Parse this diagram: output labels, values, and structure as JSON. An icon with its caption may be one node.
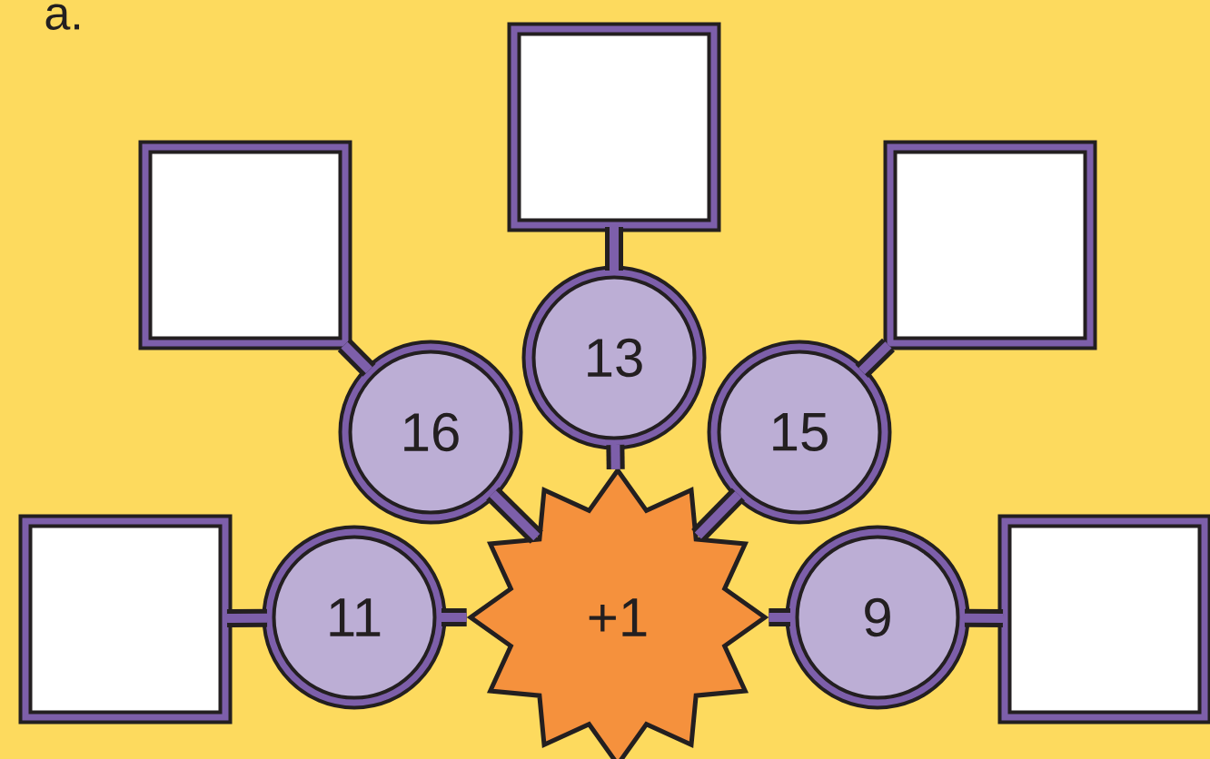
{
  "diagram": {
    "nodes": [
      {
        "text": [
          "+1"
        ]
      },
      {
        "text": [
          "11"
        ]
      },
      {
        "text": [
          "16"
        ]
      },
      {
        "text": [
          "13"
        ]
      },
      {
        "text": [
          "15"
        ]
      },
      {
        "text": [
          "9"
        ]
      },
      {
        "text": [],
        "shape": "box"
      },
      {
        "text": [],
        "shape": "box"
      },
      {
        "text": [],
        "shape": "box"
      },
      {
        "text": [],
        "shape": "box"
      },
      {
        "text": [],
        "shape": "box"
      }
    ],
    "edges": [
      {
        "from": 1,
        "to": 0,
        "arrow": "none"
      },
      {
        "from": 2,
        "to": 0,
        "arrow": "none"
      },
      {
        "from": 3,
        "to": 0,
        "arrow": "none"
      },
      {
        "from": 4,
        "to": 0,
        "arrow": "none"
      },
      {
        "from": 5,
        "to": 0,
        "arrow": "none"
      },
      {
        "from": 6,
        "to": 1,
        "arrow": "none"
      },
      {
        "from": 7,
        "to": 2,
        "arrow": "none"
      },
      {
        "from": 8,
        "to": 3,
        "arrow": "none"
      },
      {
        "from": 9,
        "to": 4,
        "arrow": "none"
      },
      {
        "from": 10,
        "to": 5,
        "arrow": "none"
      }
    ],
    "labels": [
      "a."
    ]
  }
}
